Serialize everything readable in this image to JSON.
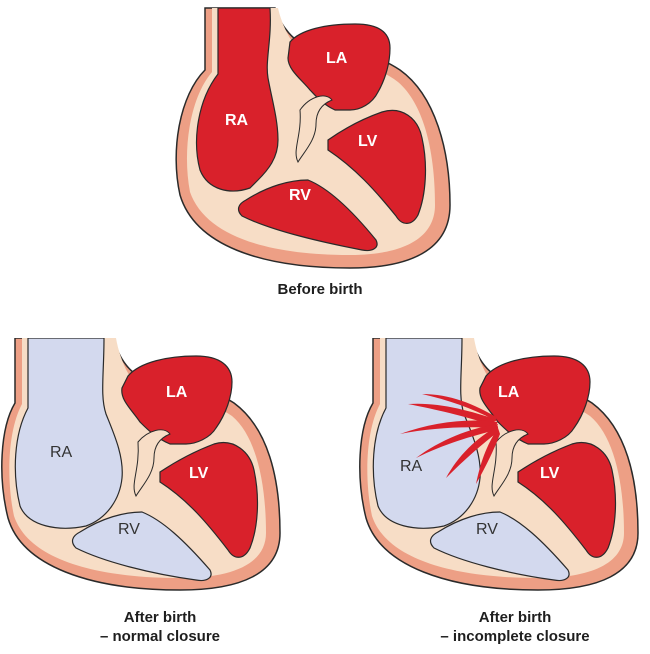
{
  "colors": {
    "oxygenated_blood": "#d9212b",
    "deoxygenated_blood": "#d3d9ee",
    "myocardium": "#ed9f85",
    "myocardium_dark": "#e6906f",
    "septum_tissue": "#f7ddc6",
    "outline": "#2a2a2a"
  },
  "panels": [
    {
      "id": "before",
      "labels": {
        "la": "LA",
        "ra": "RA",
        "lv": "LV",
        "rv": "RV"
      },
      "caption": [
        "Before birth"
      ]
    },
    {
      "id": "normal",
      "labels": {
        "la": "LA",
        "ra": "RA",
        "lv": "LV",
        "rv": "RV"
      },
      "caption": [
        "After birth",
        "– normal closure"
      ]
    },
    {
      "id": "incomplete",
      "labels": {
        "la": "LA",
        "ra": "RA",
        "lv": "LV",
        "rv": "RV"
      },
      "caption": [
        "After birth",
        "– incomplete closure"
      ]
    }
  ]
}
